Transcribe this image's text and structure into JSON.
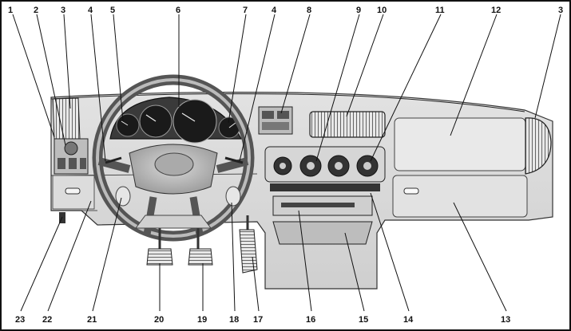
{
  "callouts": [
    {
      "id": "c1",
      "text": "1"
    },
    {
      "id": "c2",
      "text": "2"
    },
    {
      "id": "c3a",
      "text": "3"
    },
    {
      "id": "c4a",
      "text": "4"
    },
    {
      "id": "c5",
      "text": "5"
    },
    {
      "id": "c6",
      "text": "6"
    },
    {
      "id": "c7",
      "text": "7"
    },
    {
      "id": "c4b",
      "text": "4"
    },
    {
      "id": "c8",
      "text": "8"
    },
    {
      "id": "c9",
      "text": "9"
    },
    {
      "id": "c10",
      "text": "10"
    },
    {
      "id": "c11",
      "text": "11"
    },
    {
      "id": "c12",
      "text": "12"
    },
    {
      "id": "c3b",
      "text": "3"
    },
    {
      "id": "c23",
      "text": "23"
    },
    {
      "id": "c22",
      "text": "22"
    },
    {
      "id": "c21",
      "text": "21"
    },
    {
      "id": "c20",
      "text": "20"
    },
    {
      "id": "c19",
      "text": "19"
    },
    {
      "id": "c18",
      "text": "18"
    },
    {
      "id": "c17",
      "text": "17"
    },
    {
      "id": "c16",
      "text": "16"
    },
    {
      "id": "c15",
      "text": "15"
    },
    {
      "id": "c14",
      "text": "14"
    },
    {
      "id": "c13",
      "text": "13"
    }
  ]
}
